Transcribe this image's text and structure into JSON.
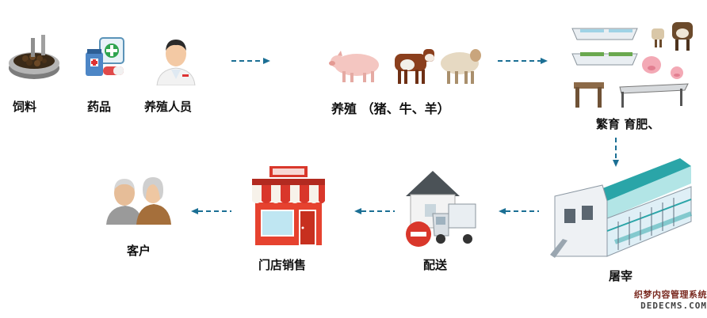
{
  "inputs": {
    "feed": "饲料",
    "medicine": "药品",
    "breeder": "养殖人员"
  },
  "farming": "养殖   （猪、牛、羊）",
  "breeding": "繁育  育肥、",
  "slaughter": "屠宰",
  "delivery": "配送",
  "store": "门店销售",
  "customer": "客户",
  "watermark": {
    "line1": "织梦内容管理系统",
    "line2": "DEDECMS.COM"
  },
  "colors": {
    "arrow": "#1b6f94",
    "store_red": "#d9372b",
    "roof_teal": "#2aa5a8"
  }
}
